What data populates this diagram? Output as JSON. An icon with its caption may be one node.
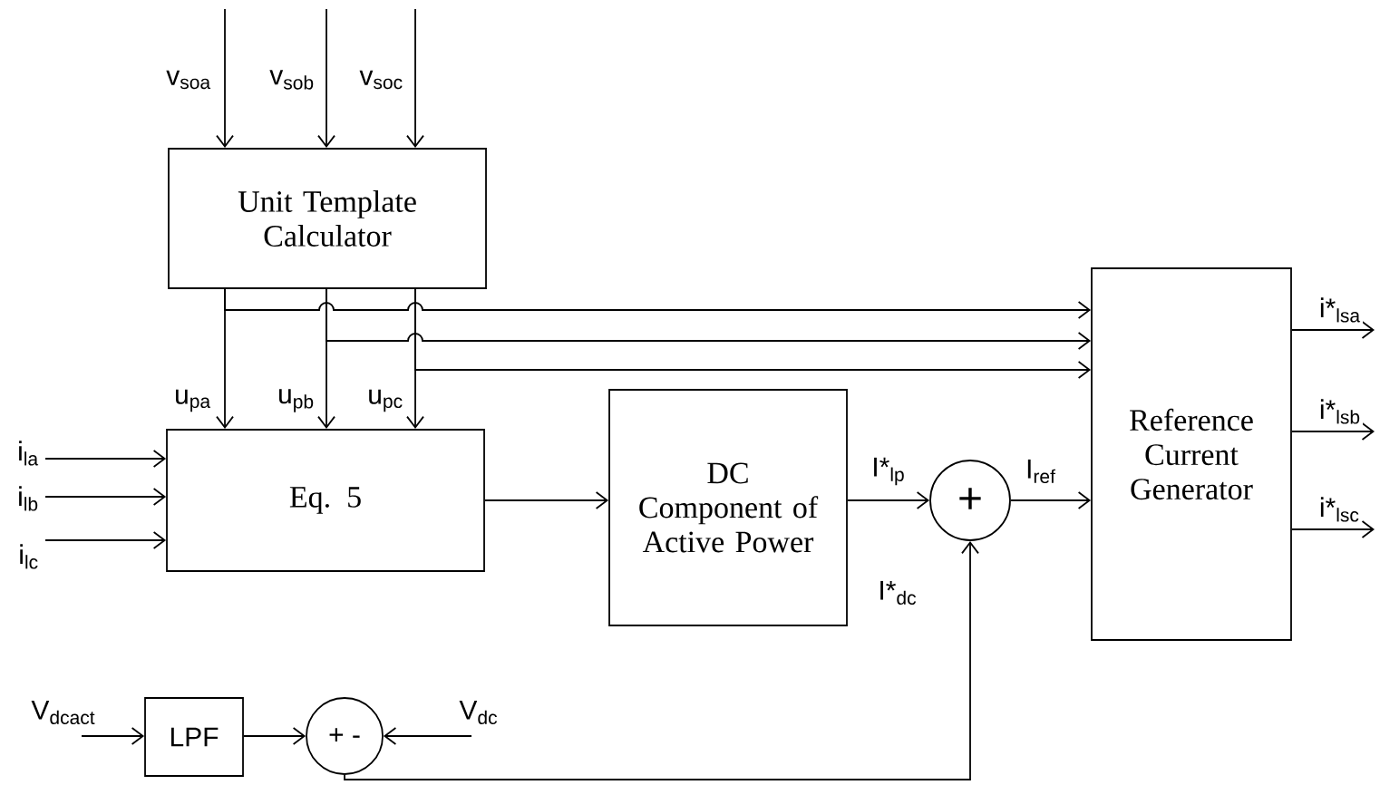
{
  "diagram": {
    "nodes": [
      {
        "text": [
          "Unit Template Calculator"
        ]
      },
      {
        "text": [
          "Eq. 5"
        ]
      },
      {
        "text": [
          "DC Component of Active Power"
        ]
      },
      {
        "text": [
          "+"
        ]
      },
      {
        "text": [
          "Reference Current Generator"
        ]
      },
      {
        "text": [
          "LPF"
        ]
      },
      {
        "text": [
          "+ -"
        ]
      }
    ],
    "edges": [
      {
        "from": null,
        "to": 0,
        "arrow": "to",
        "label": "v$_{soa}$"
      },
      {
        "from": null,
        "to": 0,
        "arrow": "to",
        "label": "v$_{sob}$"
      },
      {
        "from": null,
        "to": 0,
        "arrow": "to",
        "label": "v$_{soc}$"
      },
      {
        "from": 0,
        "to": 1,
        "arrow": "to",
        "label": "u$_{pa}$"
      },
      {
        "from": 0,
        "to": 1,
        "arrow": "to",
        "label": "u$_{pb}$"
      },
      {
        "from": 0,
        "to": 1,
        "arrow": "to",
        "label": "u$_{pc}$"
      },
      {
        "from": 0,
        "to": 4,
        "arrow": "to"
      },
      {
        "from": 0,
        "to": 4,
        "arrow": "to"
      },
      {
        "from": 0,
        "to": 4,
        "arrow": "to"
      },
      {
        "from": null,
        "to": 1,
        "arrow": "to",
        "label": "i$_{la}$"
      },
      {
        "from": null,
        "to": 1,
        "arrow": "to",
        "label": "i$_{lb}$"
      },
      {
        "from": null,
        "to": 1,
        "arrow": "to",
        "label": "i$_{lc}$"
      },
      {
        "from": 1,
        "to": 2,
        "arrow": "to"
      },
      {
        "from": 2,
        "to": 3,
        "arrow": "to",
        "label": "I*$_{lp}$"
      },
      {
        "from": 3,
        "to": 4,
        "arrow": "to",
        "label": "I$_{ref}$"
      },
      {
        "from": 4,
        "to": null,
        "arrow": "to",
        "label": "i*$_{lsa}$"
      },
      {
        "from": 4,
        "to": null,
        "arrow": "to",
        "label": "i*$_{lsb}$"
      },
      {
        "from": 4,
        "to": null,
        "arrow": "to",
        "label": "i*$_{lsc}$"
      },
      {
        "from": null,
        "to": 5,
        "arrow": "to",
        "label": "V$_{dcact}$"
      },
      {
        "from": 5,
        "to": 6,
        "arrow": "to"
      },
      {
        "from": null,
        "to": 6,
        "arrow": "to",
        "label": "V$_{dc}$"
      },
      {
        "from": 6,
        "to": 3,
        "arrow": "to",
        "label": "I*$_{dc}$"
      }
    ]
  }
}
